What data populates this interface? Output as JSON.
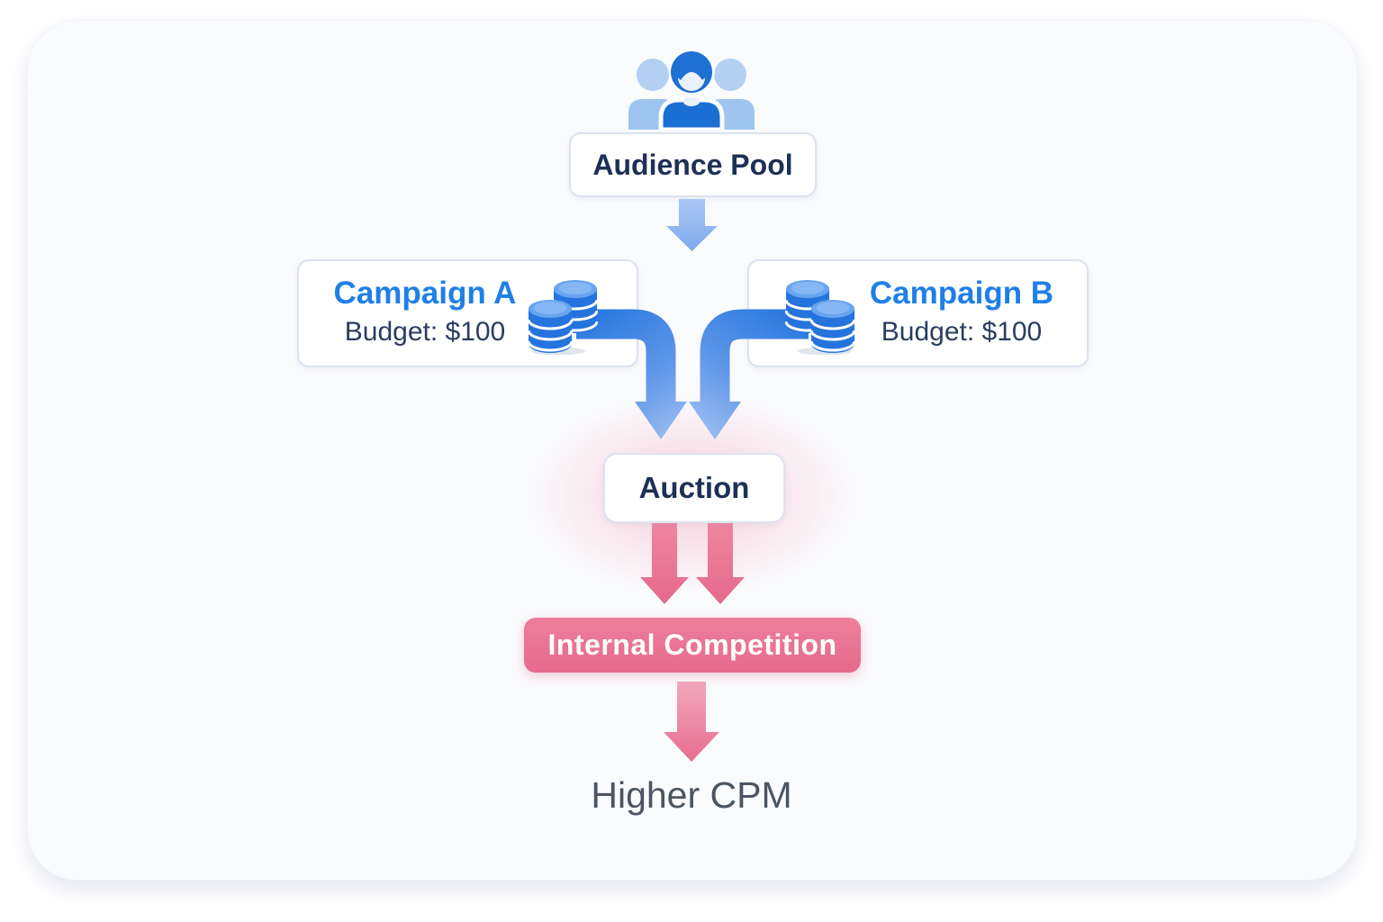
{
  "diagram": {
    "audience_pool": {
      "label": "Audience Pool"
    },
    "campaign_a": {
      "title": "Campaign A",
      "budget": "Budget: $100"
    },
    "campaign_b": {
      "title": "Campaign B",
      "budget": "Budget: $100"
    },
    "auction": {
      "label": "Auction"
    },
    "internal_competition": {
      "label": "Internal Competition"
    },
    "outcome": {
      "label": "Higher CPM"
    }
  },
  "icons": {
    "audience": "people-icon",
    "campaign_a": "coin-stack-icon",
    "campaign_b": "coin-stack-icon"
  },
  "colors": {
    "card_bg": "#fafbfd",
    "box_border": "#dde2ef",
    "navy_text": "#1d3156",
    "campaign_title_blue": "#1f7fe8",
    "budget_text": "#2a3d60",
    "arrow_blue_dark": "#2b79e0",
    "arrow_blue_light": "#9dbdf1",
    "small_arrow_blue": "#8ab1f0",
    "pink_box": "#e96f90",
    "pink_arrow_dark": "#e66a8c",
    "pink_arrow_light": "#f3a8bd",
    "cpm_text": "#4b5563"
  }
}
